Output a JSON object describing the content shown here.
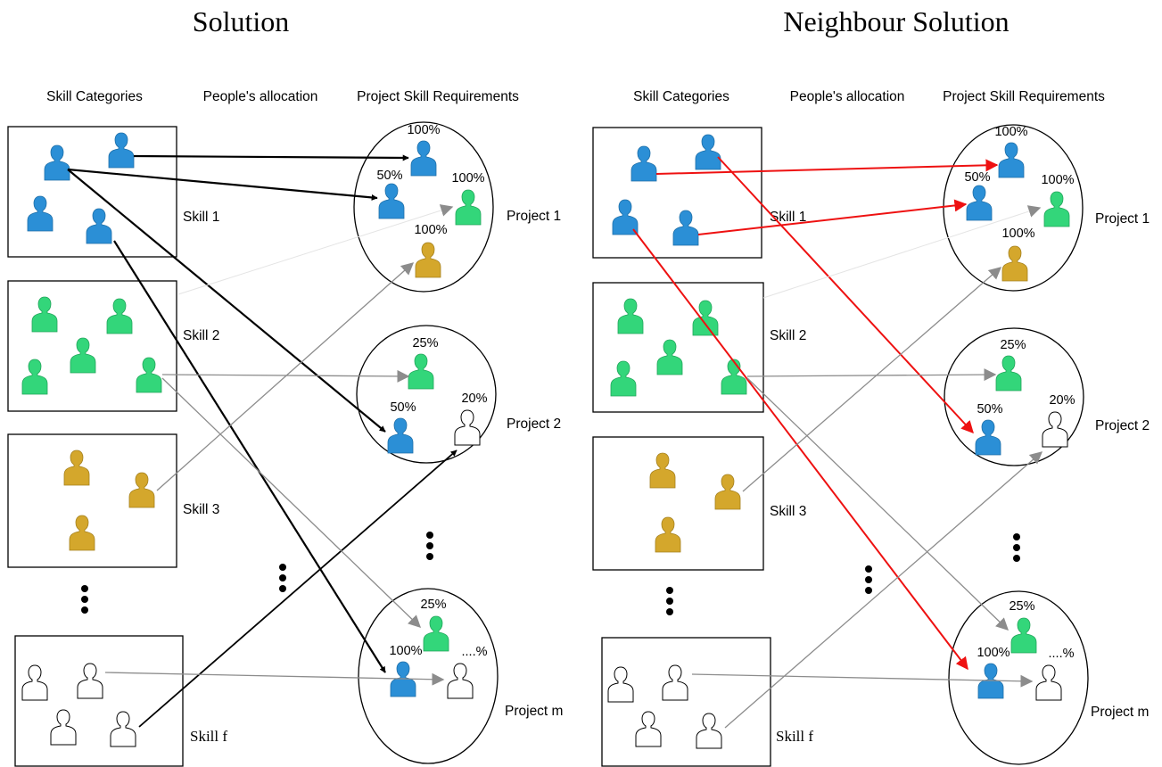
{
  "left": {
    "title": "Solution",
    "headers": {
      "skills": "Skill Categories",
      "allocation": "People's allocation",
      "requirements": "Project Skill Requirements"
    },
    "skills": [
      "Skill 1",
      "Skill 2",
      "Skill 3",
      "Skill f"
    ],
    "projects": [
      "Project 1",
      "Project 2",
      "Project m"
    ],
    "percents": {
      "p1": [
        "100%",
        "50%",
        "100%",
        "100%"
      ],
      "p2": [
        "25%",
        "50%",
        "20%"
      ],
      "pm": [
        "25%",
        "100%",
        "....%"
      ]
    }
  },
  "right": {
    "title": "Neighbour Solution",
    "headers": {
      "skills": "Skill Categories",
      "allocation": "People's allocation",
      "requirements": "Project Skill Requirements"
    },
    "skills": [
      "Skill 1",
      "Skill 2",
      "Skill 3",
      "Skill f"
    ],
    "projects": [
      "Project 1",
      "Project 2",
      "Project m"
    ],
    "percents": {
      "p1": [
        "100%",
        "50%",
        "100%",
        "100%"
      ],
      "p2": [
        "25%",
        "50%",
        "20%"
      ],
      "pm": [
        "25%",
        "100%",
        "....%"
      ]
    }
  },
  "colors": {
    "blue": "#2b8fd6",
    "green": "#33d67a",
    "gold": "#d4a72c",
    "white": "#ffffff",
    "arrow_black": "#000000",
    "arrow_gray": "#8c8c8c",
    "arrow_red": "#ee1111"
  }
}
